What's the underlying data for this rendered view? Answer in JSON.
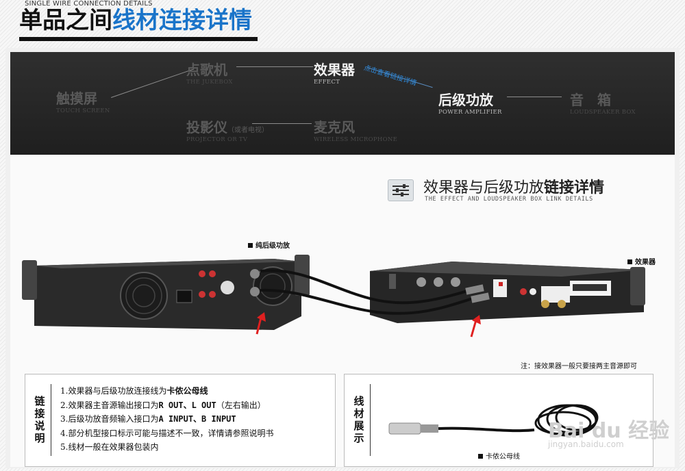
{
  "header": {
    "en": "SINGLE WIRE CONNECTION DETAILS",
    "title_part1": "单品之间",
    "title_part2": "线材连接详情"
  },
  "flow": {
    "jukebox": {
      "cn": "点歌机",
      "en": "THE JUKEBOX"
    },
    "effect": {
      "cn": "效果器",
      "en": "EFFECT"
    },
    "touch": {
      "cn": "触摸屏",
      "en": "TOUCH SCREEN"
    },
    "projector": {
      "cn": "投影仪",
      "suffix": "（或者电视）",
      "en": "PROJECTOR OR TV"
    },
    "mic": {
      "cn": "麦克风",
      "en": "WIRELESS MICROPHONE"
    },
    "amp": {
      "cn": "后级功放",
      "en": "POWER AMPLIFIER"
    },
    "speaker": {
      "cn": "音　箱",
      "en": "LOUDSPEAKER BOX"
    },
    "hint": "点击查看链接详情"
  },
  "section": {
    "title_normal": "效果器与后级功放",
    "title_bold": "链接详情",
    "title_en": "THE EFFECT AND LOUDSPEAKER BOX LINK DETAILS"
  },
  "labels": {
    "amp": "纯后级功放",
    "effect": "效果器"
  },
  "note": "注：接效果器一般只要接两主音源即可",
  "instructions": {
    "title": [
      "链",
      "接",
      "说",
      "明"
    ],
    "steps": [
      {
        "num": "1.",
        "text": "效果器与后级功放连接线为",
        "bold": "卡侬公母线"
      },
      {
        "num": "2.",
        "text": "效果器主音源输出接口为",
        "bold": "R OUT、L OUT",
        "after": "（左右输出）"
      },
      {
        "num": "3.",
        "text": "后级功放音频输入接口为",
        "bold": "A INPUT、B INPUT"
      },
      {
        "num": "4.",
        "text": "部分机型接口标示可能与描述不一致，详情请参照说明书"
      },
      {
        "num": "5.",
        "text": "线材一般在效果器包装内"
      }
    ]
  },
  "cable": {
    "title": [
      "线",
      "材",
      "展",
      "示"
    ],
    "caption": "卡侬公母线"
  },
  "watermark": {
    "brand": "Bai du 经验",
    "url": "jingyan.baidu.com"
  },
  "colors": {
    "accent": "#1a74c9",
    "arrow": "#e02020",
    "dark_band": "#262626"
  }
}
